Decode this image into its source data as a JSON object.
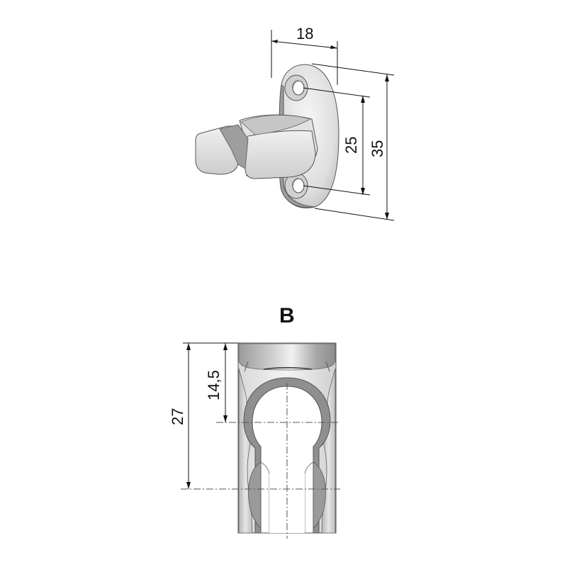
{
  "view_label": "B",
  "dimensions": {
    "width_top": "18",
    "hole_spacing": "25",
    "overall_height": "35",
    "section_height": "27",
    "center_depth": "14,5"
  }
}
